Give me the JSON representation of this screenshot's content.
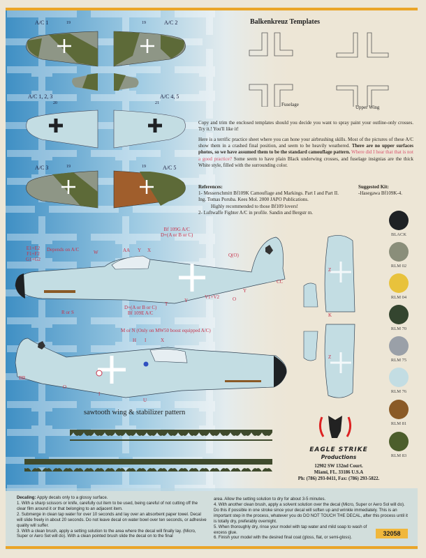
{
  "wings": {
    "ac1": "A/C 1",
    "ac2": "A/C 2",
    "ac123": "A/C 1, 2, 3",
    "ac45": "A/C 4, 5",
    "ac3": "A/C 3",
    "ac5": "A/C 5",
    "n19": "19",
    "n20": "20",
    "n21": "21"
  },
  "templates": {
    "title": "Balkenkreuz Templates",
    "fuselage": "Fuselage",
    "upper_wing": "Upper Wing"
  },
  "text": {
    "p1": "Copy and trim the enclosed templates should you decide you want to spray paint your outline-only crosses. Try it.! You'll like it!",
    "p2a": "Here is a terrific practice sheet where you can hone your airbrushing skills. Most of the pictures of these A/C show them in a crashed final position, and seem to be heavily weathered.",
    "p2b": "There are no upper surfaces photos, so we have assumed them to be the standard camouflage pattern.",
    "p2c": "Where did I hear that that is not a good practice?",
    "p2d": "Some seem to have plain Black underwing crosses, and fuselage insignias are the thick White style, filled with the surrounding color.",
    "ref_title": "References:",
    "ref1": "1- Messerschmitt Bf109K Camouflage and Markings. Part I and Part II. Ing. Tomas Poruba. Kees Mol. 2000 JAPO Publications.",
    "ref1b": "Highly recommended to those Bf109 lovers!",
    "ref2": "2- Luftwaffe Fighter A/C in profile. Sandin and Bergstr m.",
    "kit_title": "Suggested Kit:",
    "kit": "-Hasegawa Bf109K-4."
  },
  "callouts": {
    "bf109g": "Bf 109G A/C",
    "d_abc": "D+(A or B or C)",
    "e1e2": "E1+E2",
    "f1f2": "F1+F2",
    "g1g2": "G1+G2",
    "depends": "Depends on A/C",
    "w": "W",
    "aa": "AA",
    "y": "Y",
    "x": "X",
    "qo": "Q(O)",
    "cc": "CC",
    "v1v2": "V1+V2",
    "o": "O",
    "t": "T",
    "r_or_s": "R or S",
    "d_abc2": "D+(A or B or C)",
    "bf109e": "Bf 109E A/C",
    "mn": "M or N (Only on MW50 boost equipped A/C)",
    "h": "H",
    "i": "I",
    "bb": "BB",
    "u": "U",
    "z": "Z",
    "k": "K"
  },
  "sawtooth_label": "sawtooth wing & stabilizer pattern",
  "colors": [
    {
      "name": "BLACK",
      "hex": "#1e2124"
    },
    {
      "name": "RLM 02",
      "hex": "#8a8e7a"
    },
    {
      "name": "RLM 04",
      "hex": "#e8c23c"
    },
    {
      "name": "RLM 70",
      "hex": "#34452f"
    },
    {
      "name": "RLM 75",
      "hex": "#9aa0a8"
    },
    {
      "name": "RLM 76",
      "hex": "#c3dde3"
    },
    {
      "name": "RLM 81",
      "hex": "#8a5a26"
    },
    {
      "name": "RLM 83",
      "hex": "#4c5e2c"
    }
  ],
  "company": {
    "logo_text": "EAGLE STRIKE productions",
    "name": "EAGLE STRIKE",
    "sub": "Productions",
    "addr1": "12902 SW 132nd Court.",
    "addr2": "Miami, FL. 33186 U.S.A",
    "phone": "Ph: (786) 293-0411, Fax: (786) 293-5822."
  },
  "instructions": {
    "title": "Decaling:",
    "intro": "Apply decals only to a glossy surface.",
    "s1": "1. With a sharp scissors or knife, carefully cut item to be used, being careful of not cutting off the clear film around it or that belonging to an adjacent item.",
    "s2": "2. Submerge in clean tap water for over 10 seconds and lay over an absorbent paper towel. Decal will slide freely in about 20 seconds. Do not leave decal on water bowl over ten seconds, or adhesive quality will suffer.",
    "s3": "3. With a clean brush, apply a setting solution to the area where the decal will finally lay. (Micro, Super or Aero Set will do). With a clean pointed brush slide the decal on to the final",
    "s3b": "area. Allow the setting solution to dry for about 3-5 minutes.",
    "s4": "4. With another clean brush, apply a solvent solution over the decal (Micro, Super or Aero Sol will do). Do this if possible in one stroke since your decal will soften up and wrinkle immediately. This is an important step in the process, whatever you do DO NOT TOUCH THE DECAL, after this process until it is totally dry, preferably overnight.",
    "s5": "5. When thoroughly dry, rinse your model with tap water and mild soap to wash of excess glue.",
    "s6": "6. Finish your model with the desired final coat (gloss, flat, or semi-gloss)."
  },
  "product_code": "32058"
}
